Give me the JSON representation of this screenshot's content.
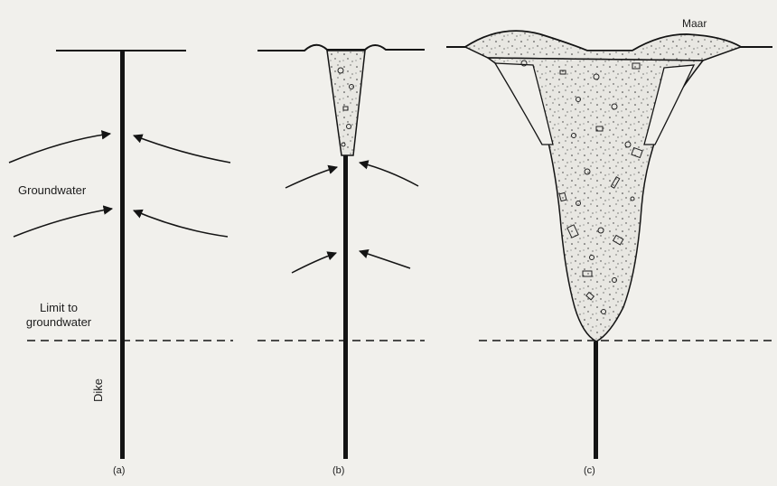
{
  "labels": {
    "groundwater": "Groundwater",
    "limit_to_groundwater": "Limit to\ngroundwater",
    "dike": "Dike",
    "maar": "Maar"
  },
  "panels": [
    {
      "caption": "(a)",
      "name": "stage-a"
    },
    {
      "caption": "(b)",
      "name": "stage-b"
    },
    {
      "caption": "(c)",
      "name": "stage-c"
    }
  ],
  "colors": {
    "background": "#f1f0ec",
    "ink": "#141414",
    "breccia_fill": "#e8e7e2"
  },
  "icons": [
    "groundwater-arrow-icon"
  ]
}
